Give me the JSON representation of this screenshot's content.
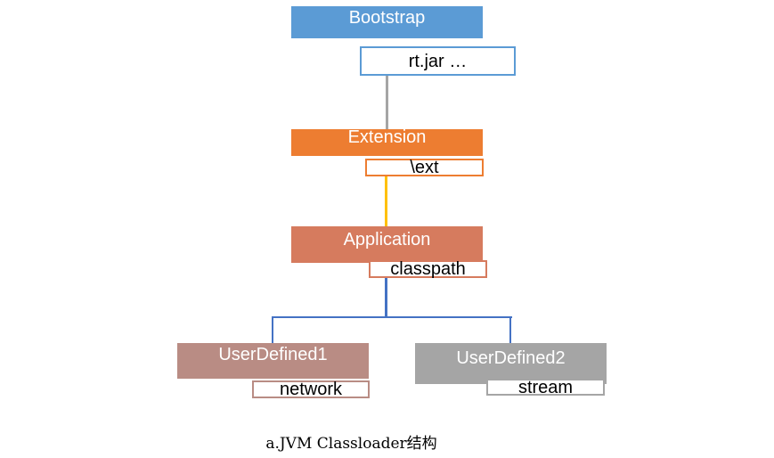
{
  "nodes": {
    "bootstrap": {
      "label": "Bootstrap",
      "tag": "rt.jar …",
      "color": "#5b9bd5"
    },
    "extension": {
      "label": "Extension",
      "tag": "\\ext",
      "color": "#ed7d31"
    },
    "application": {
      "label": "Application",
      "tag": "classpath",
      "color": "#d67b5e"
    },
    "userdefined1": {
      "label": "UserDefined1",
      "tag": "network",
      "color": "#b98c84"
    },
    "userdefined2": {
      "label": "UserDefined2",
      "tag": "stream",
      "color": "#a5a5a5"
    }
  },
  "edge_colors": {
    "bootstrap_extension": "#a5a5a5",
    "extension_application": "#ffc000",
    "application_children": "#4472c4"
  },
  "caption": "a.JVM Classloader结构"
}
